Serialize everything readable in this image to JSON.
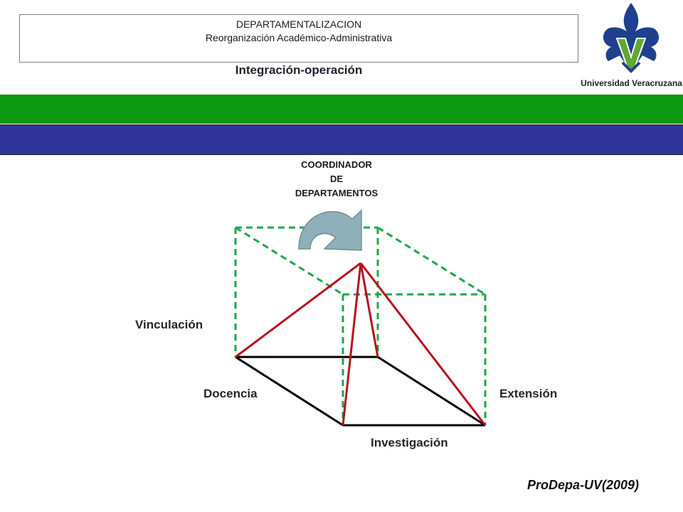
{
  "header": {
    "line1": "DEPARTAMENTALIZACION",
    "line2": "Reorganización  Académico-Administrativa",
    "subtitle": "Integración-operación"
  },
  "logo": {
    "text": "Universidad Veracruzana",
    "colors": {
      "blue": "#1f3f8f",
      "green": "#5faa2f"
    }
  },
  "bands": {
    "green": "#0b9a12",
    "blue": "#31349a"
  },
  "coordinator": {
    "line1": "COORDINADOR",
    "line2": "DE",
    "line3": "DEPARTAMENTOS"
  },
  "labels": {
    "vinculacion": "Vinculación",
    "docencia": "Docencia",
    "extension": "Extensión",
    "investigacion": "Investigación"
  },
  "colors": {
    "cube_dashed": "#1aa84a",
    "pyramid": "#b5121b",
    "base": "#000000",
    "arrow": "#8fb0b8"
  },
  "credit": "ProDepa-UV(2009)"
}
